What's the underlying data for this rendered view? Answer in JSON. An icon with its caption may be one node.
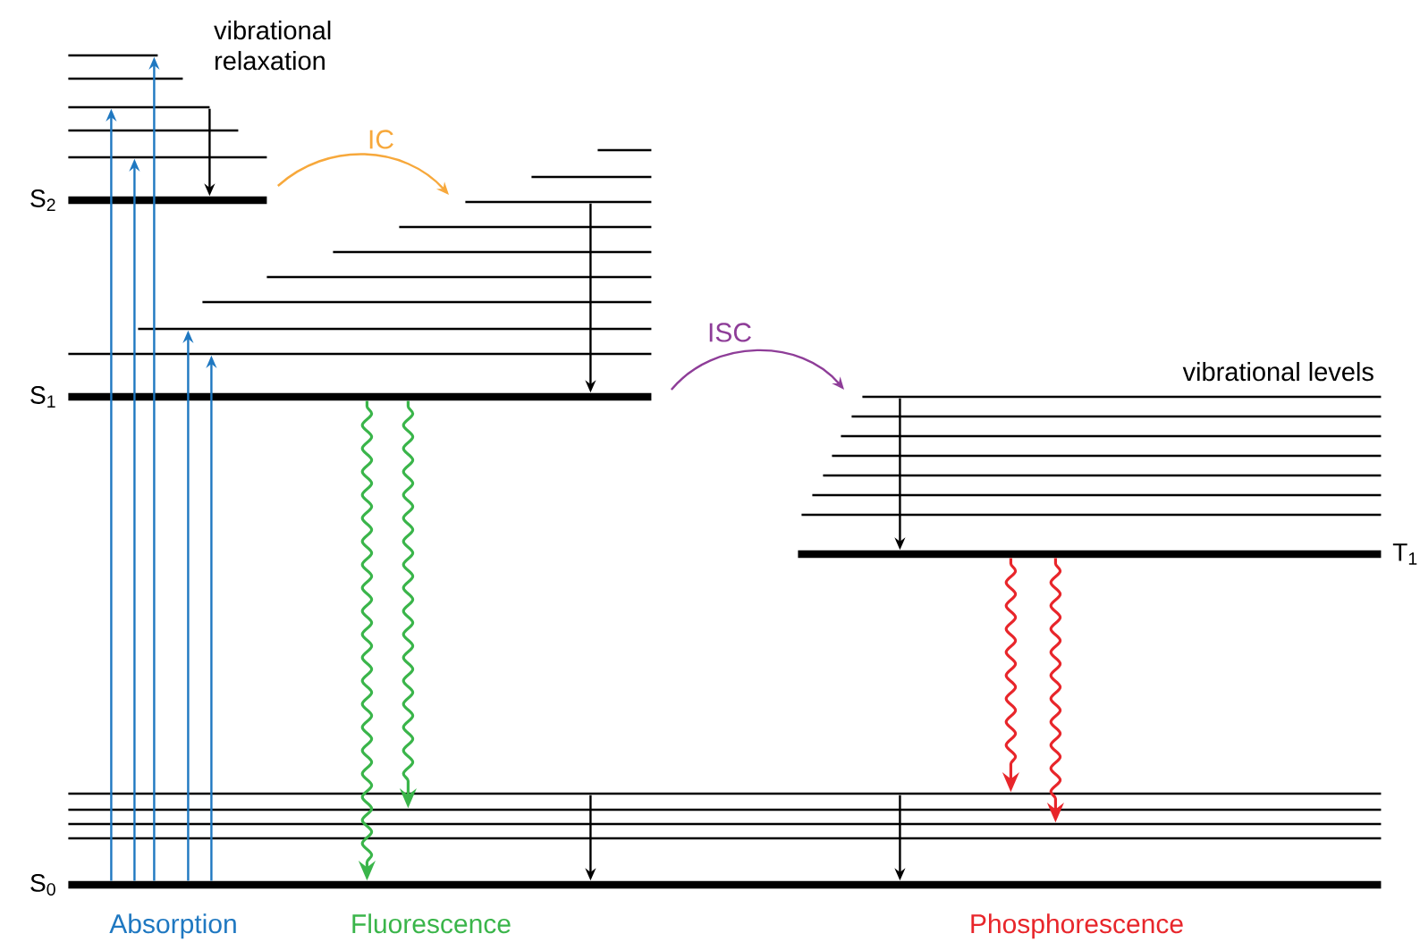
{
  "diagram": {
    "nodes": [
      {
        "text": [],
        "shape": "line"
      },
      {
        "text": [],
        "shape": "line"
      },
      {
        "text": [],
        "shape": "line"
      },
      {
        "text": [],
        "shape": "line"
      },
      {
        "text": [],
        "shape": "line"
      },
      {
        "text": [
          "S$_{2}$"
        ]
      },
      {
        "text": [],
        "shape": "line"
      },
      {
        "text": [],
        "shape": "line"
      },
      {
        "text": [],
        "shape": "line"
      },
      {
        "text": [],
        "shape": "line"
      },
      {
        "text": [],
        "shape": "line"
      },
      {
        "text": [],
        "shape": "line"
      },
      {
        "text": [],
        "shape": "line"
      },
      {
        "text": [],
        "shape": "line"
      },
      {
        "text": [],
        "shape": "line"
      },
      {
        "text": [
          "S$_{1}$"
        ]
      },
      {
        "text": [],
        "shape": "line"
      },
      {
        "text": [],
        "shape": "line"
      },
      {
        "text": [],
        "shape": "line"
      },
      {
        "text": [],
        "shape": "line"
      },
      {
        "text": [],
        "shape": "line"
      },
      {
        "text": [],
        "shape": "line"
      },
      {
        "text": [],
        "shape": "line"
      },
      {
        "text": [
          "T$_{1}$"
        ]
      },
      {
        "text": [],
        "shape": "line"
      },
      {
        "text": [],
        "shape": "line"
      },
      {
        "text": [],
        "shape": "line"
      },
      {
        "text": [],
        "shape": "line"
      },
      {
        "text": [
          "S$_{0}$"
        ]
      }
    ],
    "edges": [
      {
        "from": 28,
        "to": 2,
        "arrow": "to",
        "color": "#1f78c1"
      },
      {
        "from": 28,
        "to": 4,
        "arrow": "to",
        "color": "#1f78c1"
      },
      {
        "from": 28,
        "to": 0,
        "arrow": "to",
        "color": "#1f78c1"
      },
      {
        "from": 28,
        "to": 13,
        "arrow": "to",
        "color": "#1f78c1"
      },
      {
        "from": 28,
        "to": 14,
        "arrow": "to",
        "color": "#1f78c1"
      },
      {
        "from": 2,
        "to": 5,
        "arrow": "to",
        "color": "#000000"
      },
      {
        "from": 5,
        "to": 8,
        "arrow": "to",
        "label": "IC",
        "color": "#f7a83b"
      },
      {
        "from": 8,
        "to": 15,
        "arrow": "to",
        "color": "#000000"
      },
      {
        "from": 15,
        "to": 16,
        "arrow": "to",
        "label": "ISC",
        "color": "#8e3d98"
      },
      {
        "from": 16,
        "to": 23,
        "arrow": "to",
        "color": "#000000"
      },
      {
        "from": 15,
        "to": 28,
        "arrow": "to",
        "color": "#3ab54a"
      },
      {
        "from": 15,
        "to": 25,
        "arrow": "to",
        "color": "#3ab54a"
      },
      {
        "from": 23,
        "to": 24,
        "arrow": "to",
        "color": "#e8262b"
      },
      {
        "from": 23,
        "to": 26,
        "arrow": "to",
        "color": "#e8262b"
      },
      {
        "from": 24,
        "to": 28,
        "arrow": "to",
        "color": "#000000"
      },
      {
        "from": 24,
        "to": 28,
        "arrow": "to",
        "color": "#000000"
      }
    ],
    "labels": [
      "vibrational relaxation",
      "vibrational levels",
      "Absorption",
      "Fluorescence",
      "Phosphorescence"
    ]
  }
}
